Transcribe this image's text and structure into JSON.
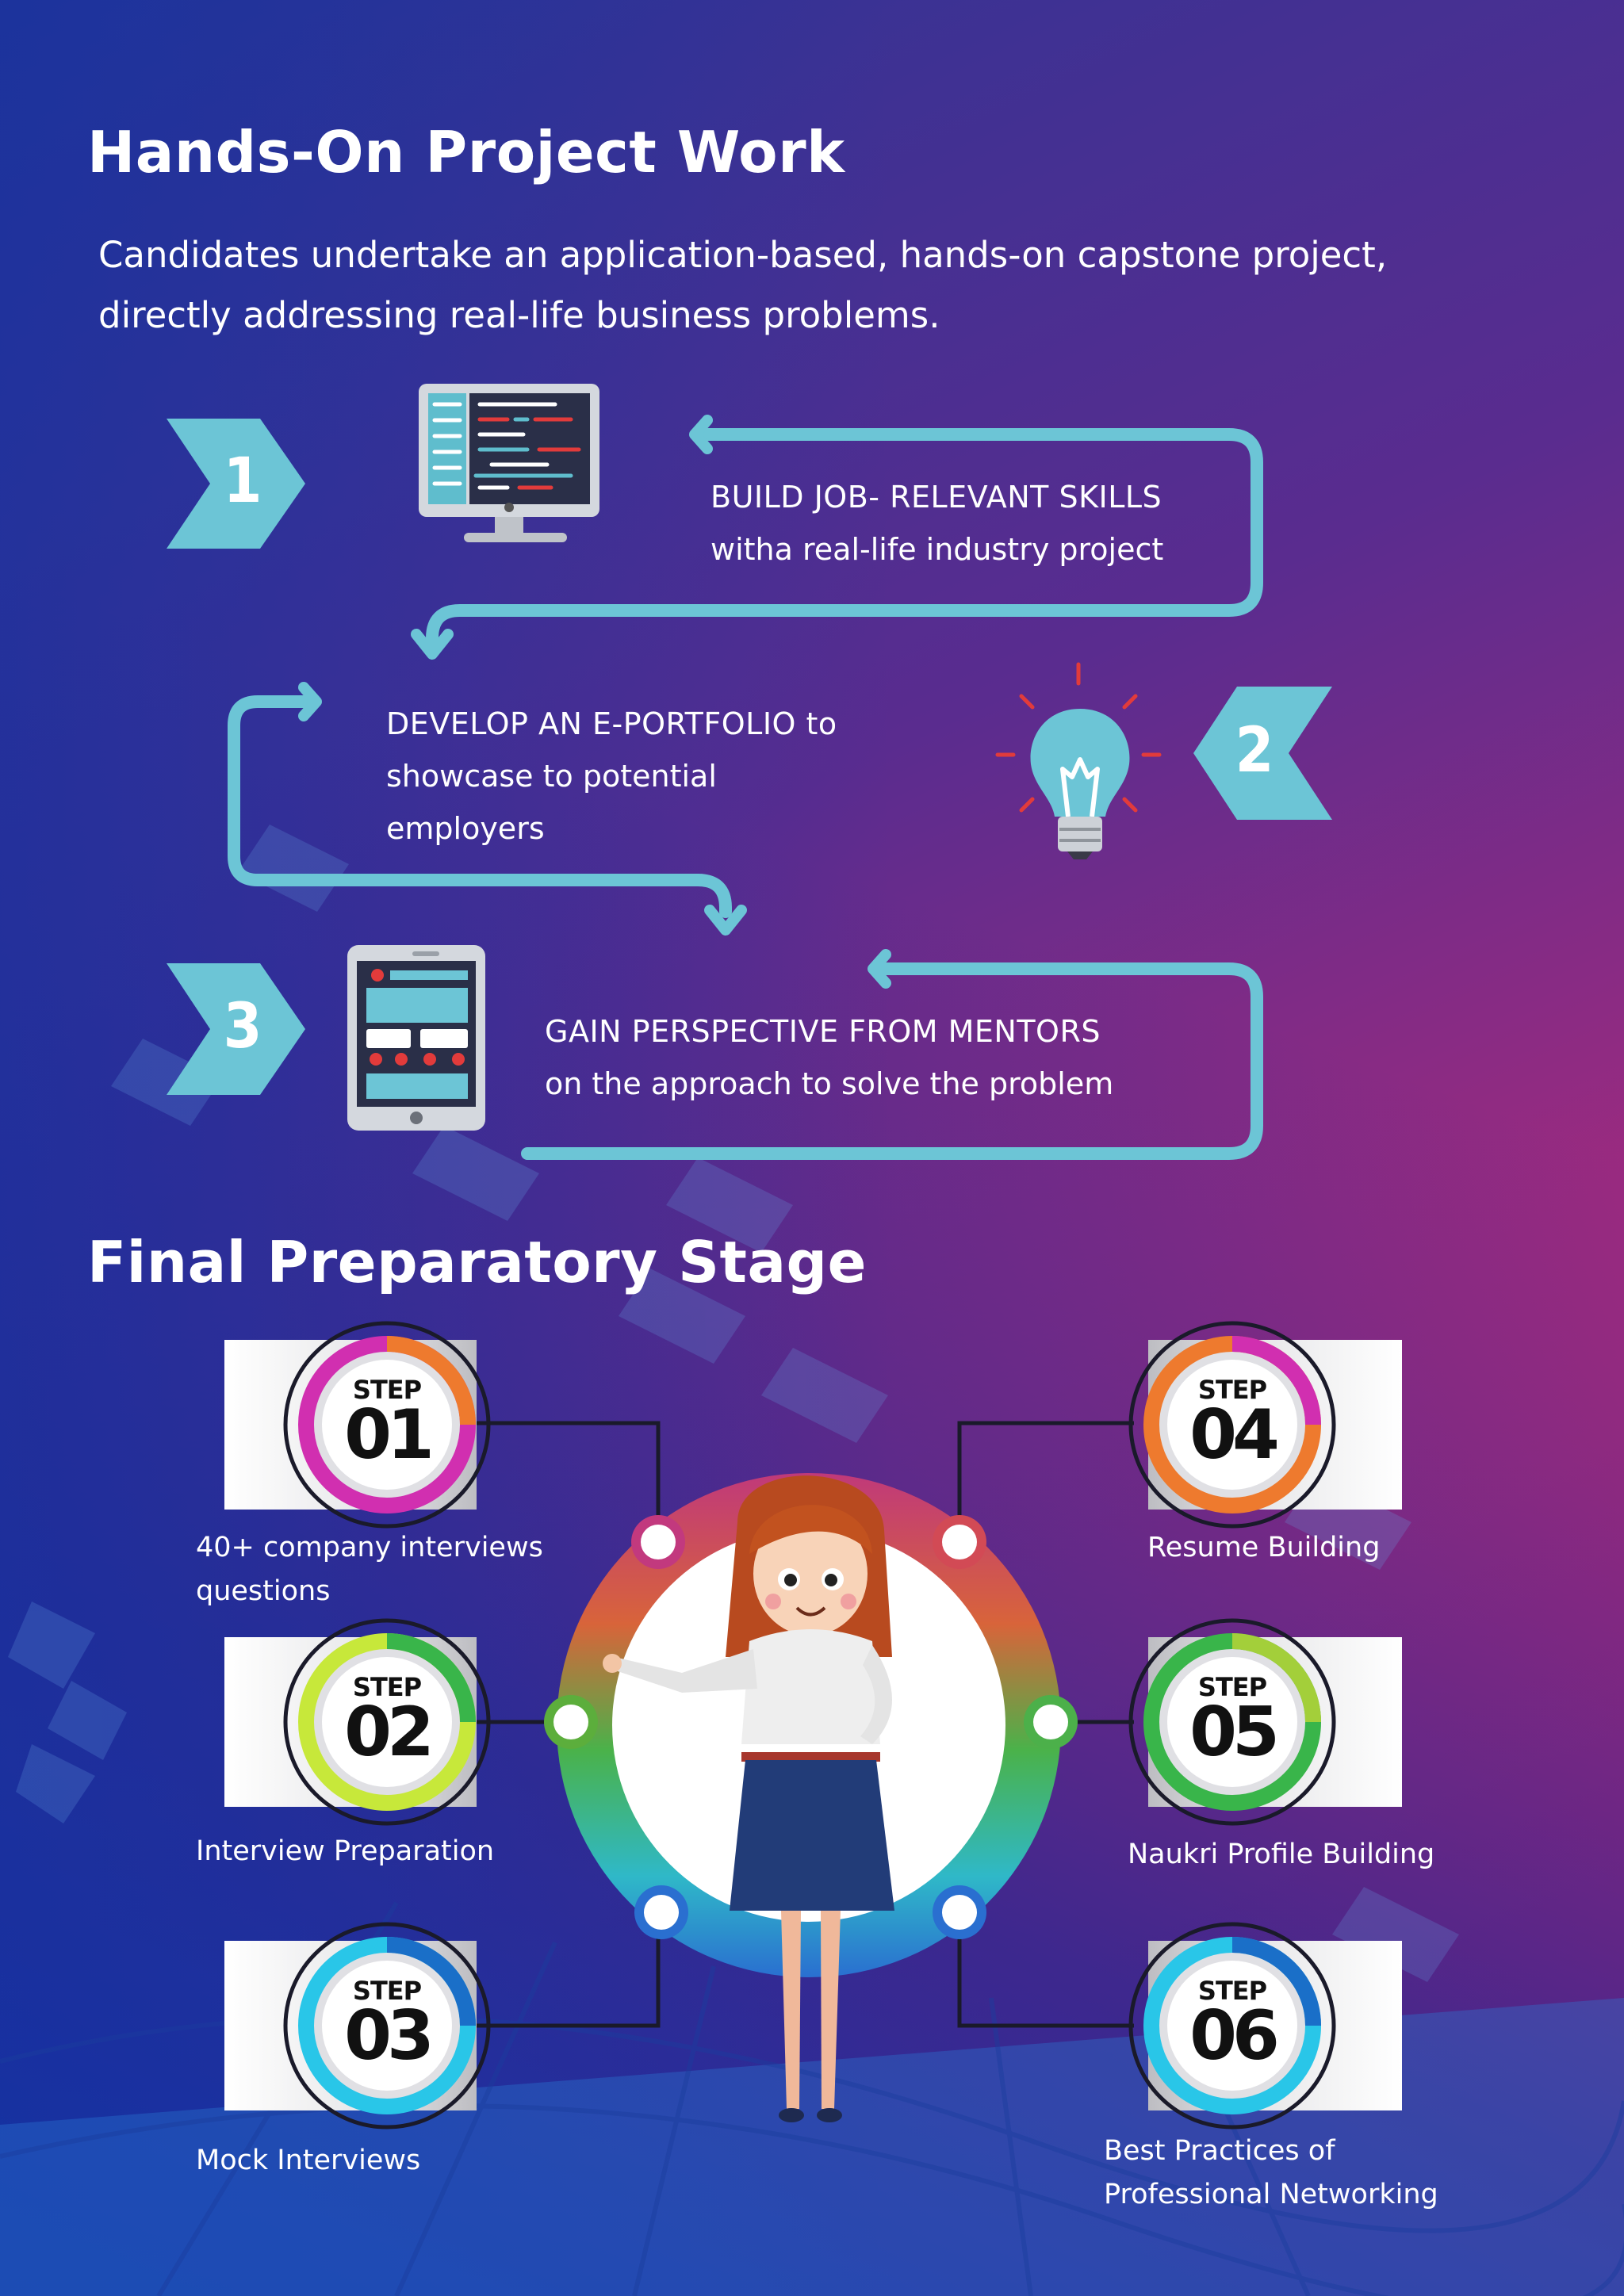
{
  "section1": {
    "title": "Hands-On Project Work",
    "intro": "Candidates undertake an application-based, hands-on capstone project, directly addressing real-life business problems.",
    "steps": [
      {
        "number": "1",
        "line1": "BUILD JOB- RELEVANT SKILLS",
        "line2": "witha real-life industry project",
        "icon": "computer-monitor-icon"
      },
      {
        "number": "2",
        "line1": "DEVELOP AN E-PORTFOLIO to",
        "line2": "showcase to potential",
        "line3": "employers",
        "icon": "lightbulb-icon"
      },
      {
        "number": "3",
        "line1": "GAIN PERSPECTIVE FROM MENTORS",
        "line2": "on the approach to solve the problem",
        "icon": "tablet-icon"
      }
    ]
  },
  "section2": {
    "title": "Final Preparatory Stage",
    "step_word": "STEP",
    "stages": [
      {
        "num": "01",
        "label1": "40+ company interviews",
        "label2": "questions"
      },
      {
        "num": "02",
        "label1": "Interview Preparation"
      },
      {
        "num": "03",
        "label1": "Mock Interviews"
      },
      {
        "num": "04",
        "label1": "Resume Building"
      },
      {
        "num": "05",
        "label1": "Naukri Profile Building"
      },
      {
        "num": "06",
        "label1": "Best Practices of",
        "label2": "Professional Networking"
      }
    ]
  },
  "colors": {
    "accent_teal": "#6cc5d6",
    "background_top_right": "#e21f69",
    "background_bottom_left": "#1f3fa6"
  }
}
